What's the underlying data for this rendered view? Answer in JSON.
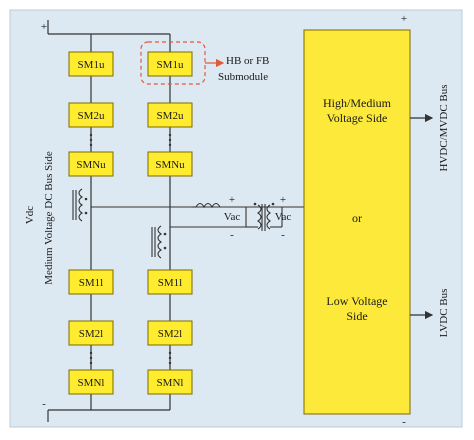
{
  "submodules_left": [
    "SM1u",
    "SM2u",
    "SMNu",
    "SM1l",
    "SM2l",
    "SMNl"
  ],
  "submodules_right": [
    "SM1u",
    "SM2u",
    "SMNu",
    "SM1l",
    "SM2l",
    "SMNl"
  ],
  "callout": {
    "line1": "HB or FB",
    "line2": "Submodule"
  },
  "left_side": {
    "vdc": "Vdc",
    "bus_side": "Medium Voltage DC Bus Side",
    "plus": "+",
    "minus": "-"
  },
  "converter": {
    "high_line1": "High/Medium",
    "high_line2": "Voltage Side",
    "or": "or",
    "low_line1": "Low Voltage",
    "low_line2": "Side"
  },
  "vac_left": "Vac",
  "vac_right": "Vac",
  "right_bus": {
    "top": "HVDC/MVDC Bus",
    "bottom": "LVDC Bus",
    "plus_top": "+",
    "minus_bottom": "-"
  },
  "colors": {
    "panel": "#dde9f2",
    "submodule_fill": "#ffec2e",
    "submodule_stroke": "#7a6a00",
    "converter_fill": "#fde93a",
    "callout": "#e15a3c",
    "wire": "#333333"
  }
}
